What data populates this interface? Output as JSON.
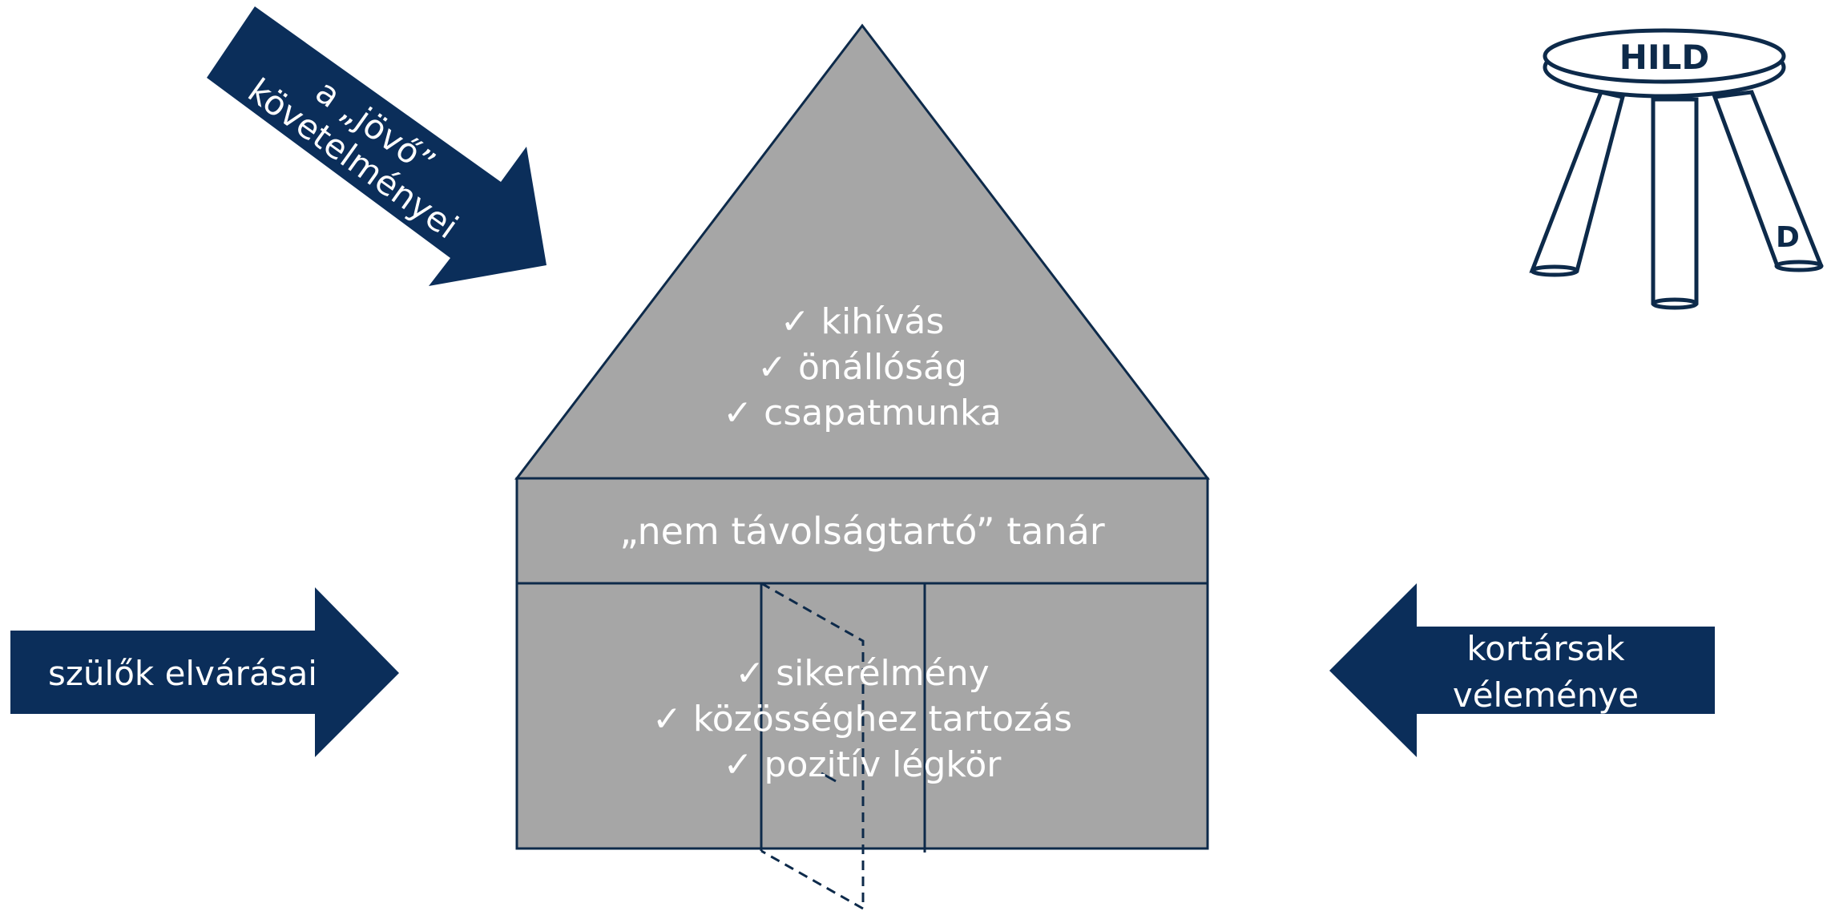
{
  "house": {
    "roof_items": [
      "✓  kihívás",
      "✓  önállóság",
      "✓  csapatmunka"
    ],
    "beam_text": "„nem távolságtartó” tanár",
    "base_items": [
      "✓  sikerélmény",
      "✓  közösséghez tartozás",
      "✓  pozitív légkör"
    ]
  },
  "arrows": {
    "future": {
      "line1": "a „jövő”",
      "line2": "követelményei"
    },
    "parents": {
      "text": "szülők elvárásai"
    },
    "peers": {
      "line1": "kortársak",
      "line2": "véleménye"
    }
  },
  "stool": {
    "seat_text": "HILD",
    "leg_text": "D"
  },
  "colors": {
    "navy": "#0b2e5a",
    "house_fill": "#a6a6a6",
    "outline": "#0d2a4a",
    "text_light": "#ffffff"
  }
}
